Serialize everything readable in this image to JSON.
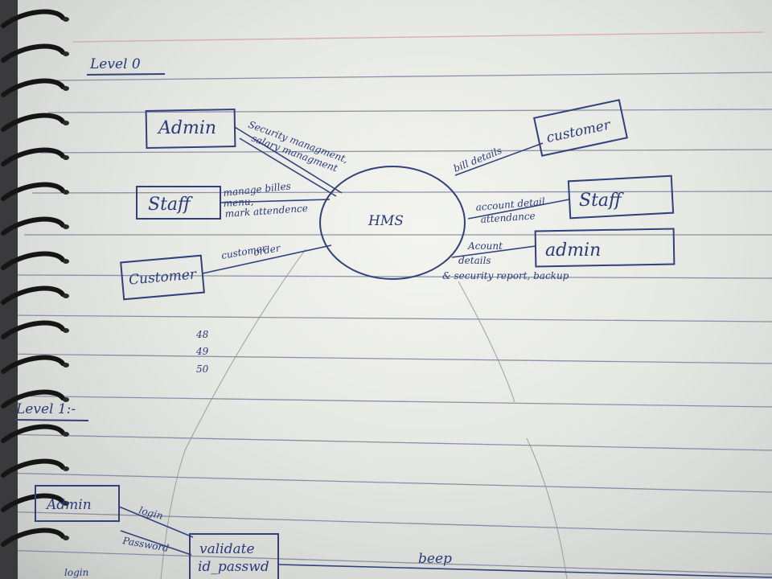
{
  "page": {
    "level0_heading": "Level 0",
    "level1_heading": "Level 1:-"
  },
  "level0": {
    "process": "HMS",
    "entities": {
      "admin_left": "Admin",
      "staff_left": "Staff",
      "customer_left": "Customer",
      "customer_right": "customer",
      "staff_right": "Staff",
      "admin_right": "admin"
    },
    "flows": {
      "admin_in": [
        "Security managment,",
        "salary managment"
      ],
      "staff_in": [
        "manage billes",
        "menu,",
        "mark attendence"
      ],
      "customer_in": [
        "customer",
        "order"
      ],
      "customer_out": "bill details",
      "staff_out": [
        "account detail",
        "attendance"
      ],
      "admin_out": [
        "Acount",
        "details",
        "& security report, backup"
      ]
    },
    "margin_numbers": [
      "48",
      "49",
      "50"
    ]
  },
  "level1": {
    "entities": {
      "admin": "Admin"
    },
    "flows": {
      "login": "login",
      "password": "Password"
    },
    "process": [
      "validate",
      "id_passwd"
    ],
    "partial_label": "beep",
    "cut_label": "login"
  },
  "colors": {
    "ink": "#2c3a78",
    "rule_line": "#6e7590",
    "margin_line": "#d69aa6",
    "spiral": "#151515"
  },
  "icons": [
    "spiral-binding-icon"
  ]
}
